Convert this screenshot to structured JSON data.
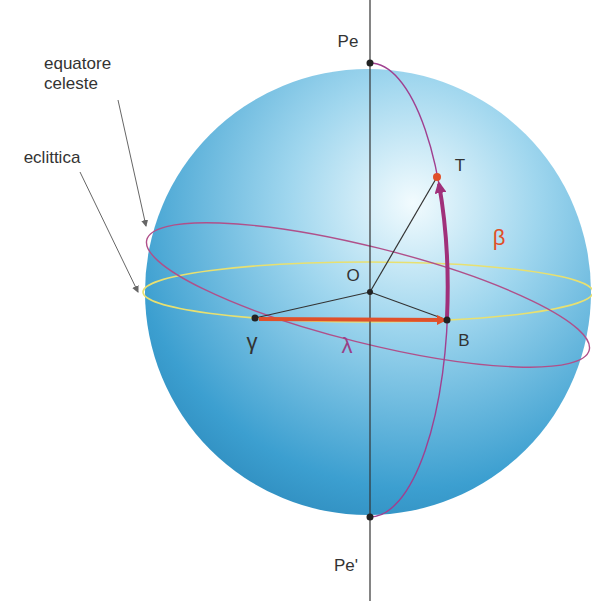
{
  "diagram": {
    "labels": [
      "Pe",
      "T",
      "equatore celeste",
      "eclittica",
      "O",
      "β",
      "γ",
      "λ",
      "B",
      "Pe'"
    ]
  }
}
